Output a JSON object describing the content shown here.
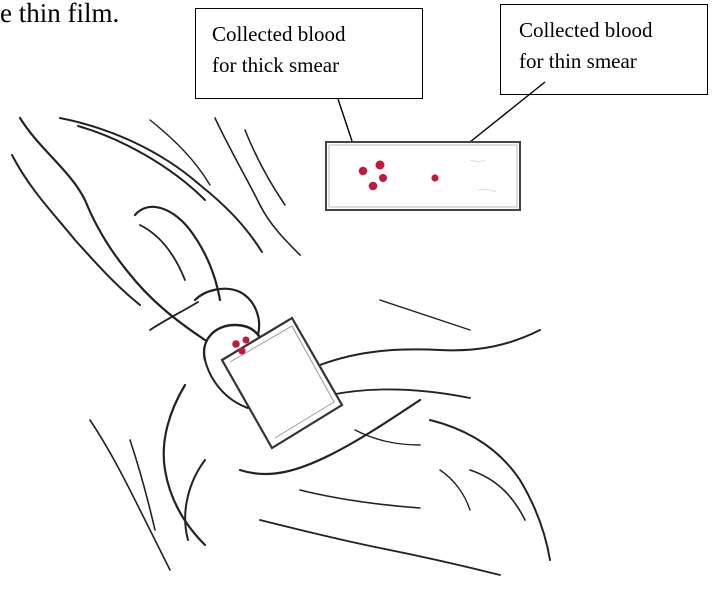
{
  "top_text": "e thin film.",
  "callouts": {
    "thick": {
      "line1": "Collected blood",
      "line2": "for thick smear"
    },
    "thin": {
      "line1": "Collected blood",
      "line2": "for thin smear"
    }
  },
  "colors": {
    "blood": "#c4183a",
    "line": "#222222"
  }
}
